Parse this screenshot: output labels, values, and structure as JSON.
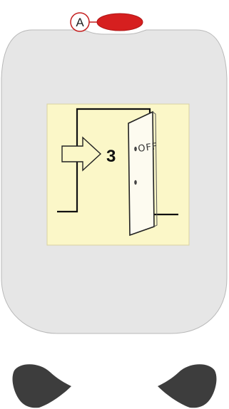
{
  "device": {
    "callout_label": "A",
    "body_color": "#e6e6e6",
    "power_button_color": "#d61f1f",
    "screen_color": "#fbf7c8",
    "footpad_color": "#3d3d3d"
  },
  "screen": {
    "count_value": "3",
    "door_label": "OFF",
    "icons": [
      "right-arrow-icon",
      "open-door-icon"
    ]
  }
}
